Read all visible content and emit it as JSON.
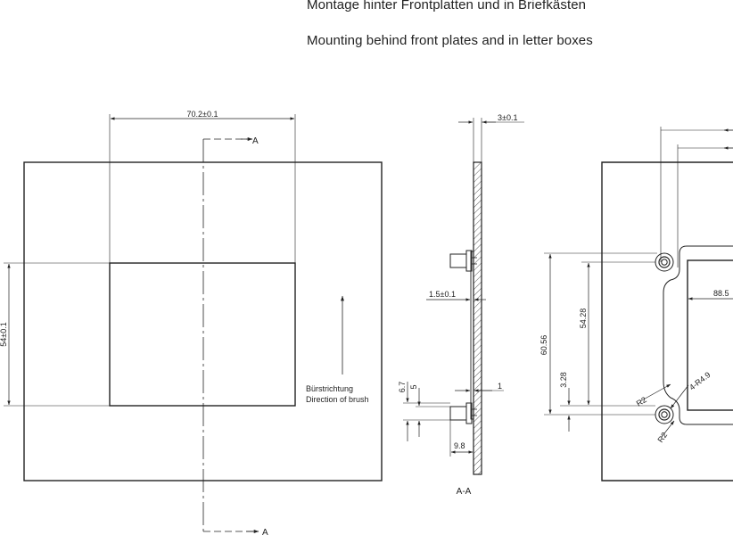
{
  "titles": {
    "german": "Montage hinter Frontplatten und in Briefkästen",
    "english": "Mounting behind front plates and in letter boxes"
  },
  "front_view": {
    "section_label_top": "A",
    "section_label_bottom": "A",
    "width_dim": "70.2±0.1",
    "height_dim": "54±0.1",
    "brush_label_de": "Bürstrichtung",
    "brush_label_en": "Direction of brush"
  },
  "section_view": {
    "label": "A-A",
    "plate_thickness": "3±0.1",
    "inner_thickness": "1.5±0.1",
    "gap": "1",
    "dim_6_7": "6.7",
    "dim_5": "5",
    "dim_9_8": "9.8"
  },
  "rear_view": {
    "dim_88_5": "88.5",
    "dim_60_56": "60.56",
    "dim_54_28": "54.28",
    "dim_3_28": "3.28",
    "radius_r2_a": "R2",
    "radius_r2_b": "R2",
    "hole_callout": "4-R4.9"
  }
}
